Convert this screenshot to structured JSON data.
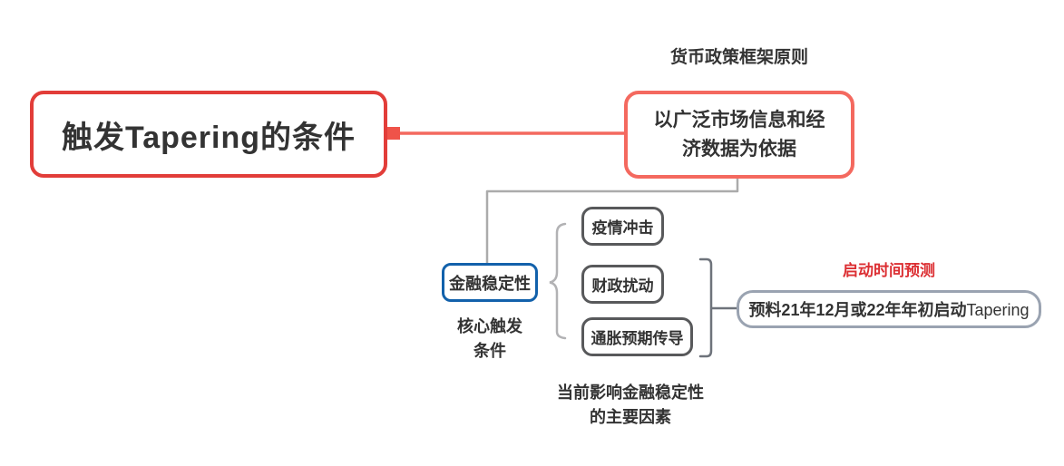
{
  "diagram": {
    "title": "触发Tapering的条件",
    "root": {
      "label": "触发Tapering的条件"
    },
    "policy": {
      "caption": "货币政策框架原则",
      "label": "以广泛市场信息和经\n济数据为依据"
    },
    "stability": {
      "label": "金融稳定性",
      "caption": "核心触发\n条件"
    },
    "factors": {
      "caption": "当前影响金融稳定性\n的主要因素",
      "items": [
        {
          "label": "疫情冲击"
        },
        {
          "label": "财政扰动"
        },
        {
          "label": "通胀预期传导"
        }
      ]
    },
    "prediction": {
      "caption": "启动时间预测",
      "label_cn": "预料21年12月或22年年初启动",
      "label_en": "Tapering"
    },
    "colors": {
      "root_border": "#e23d39",
      "policy_border": "#f4695f",
      "trunk_line": "#f4695f",
      "trunk_square": "#ef5349",
      "stability_border": "#1261ab",
      "factor_border": "#58595b",
      "prediction_border": "#9aa3b1",
      "prediction_caption": "#dc2f33",
      "elbow_line": "#ababab",
      "brace": "#b2b2b4",
      "bracket": "#6e737b",
      "text": "#333333",
      "background": "#ffffff"
    }
  }
}
